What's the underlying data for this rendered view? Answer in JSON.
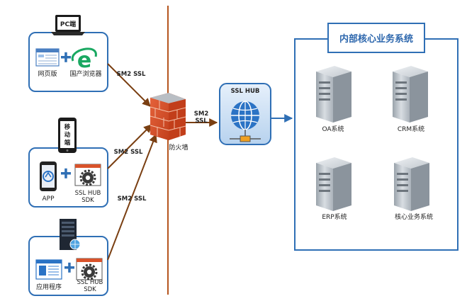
{
  "clients": {
    "pc": {
      "device_label": "PC端",
      "web_label": "网页版",
      "browser_label": "国产浏览器"
    },
    "mobile": {
      "device_label_lines": [
        "移",
        "动",
        "端"
      ],
      "app_label": "APP",
      "sdk_label_lines": [
        "SSL HUB",
        "SDK"
      ]
    },
    "server_app": {
      "app_label": "应用程序",
      "sdk_label_lines": [
        "SSL HUB",
        "SDK"
      ]
    }
  },
  "links": {
    "pc_link": "SM2 SSL",
    "mobile_link": "SM2 SSL",
    "server_link": "SM2 SSL",
    "firewall_to_hub_lines": [
      "SM2",
      "SSL"
    ]
  },
  "firewall": {
    "label": "防火墙"
  },
  "hub": {
    "title": "SSL HUB"
  },
  "core": {
    "title": "内部核心业务系统",
    "servers": [
      {
        "label": "OA系统"
      },
      {
        "label": "CRM系统"
      },
      {
        "label": "ERP系统"
      },
      {
        "label": "核心业务系统"
      }
    ]
  },
  "colors": {
    "link_line": "#7a3f12",
    "divider": "#b5561f",
    "box_border": "#2f6fb5",
    "brick": "#d9532b",
    "hub_blue": "#2b73c5"
  }
}
